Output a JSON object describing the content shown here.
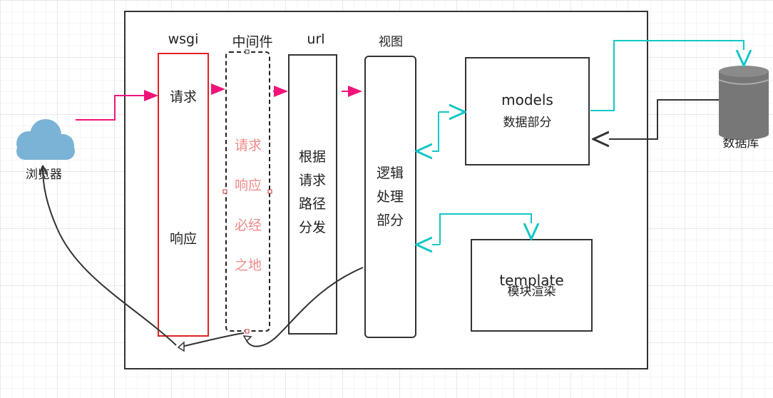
{
  "browser": {
    "label": "浏览器"
  },
  "database": {
    "label": "数据库"
  },
  "headers": {
    "wsgi": "wsgi",
    "middleware": "中间件",
    "url": "url",
    "view": "视图"
  },
  "wsgi": {
    "request": "请求",
    "response": "响应"
  },
  "middleware": {
    "lines": [
      "请求",
      "响应",
      "必经",
      "之地"
    ]
  },
  "url": {
    "lines": [
      "根据",
      "请求",
      "路径",
      "分发"
    ]
  },
  "view": {
    "lines": [
      "逻辑",
      "处理",
      "部分"
    ]
  },
  "models": {
    "title": "models",
    "subtitle": "数据部分"
  },
  "template": {
    "title": "template",
    "subtitle": "模块渲染"
  },
  "colors": {
    "request_arrow": "#f0147a",
    "data_link": "#13c7c7",
    "wsgi_border": "#e02020",
    "middleware_text": "#f08a8a",
    "cloud": "#7ab3d6",
    "db": "#777777"
  }
}
